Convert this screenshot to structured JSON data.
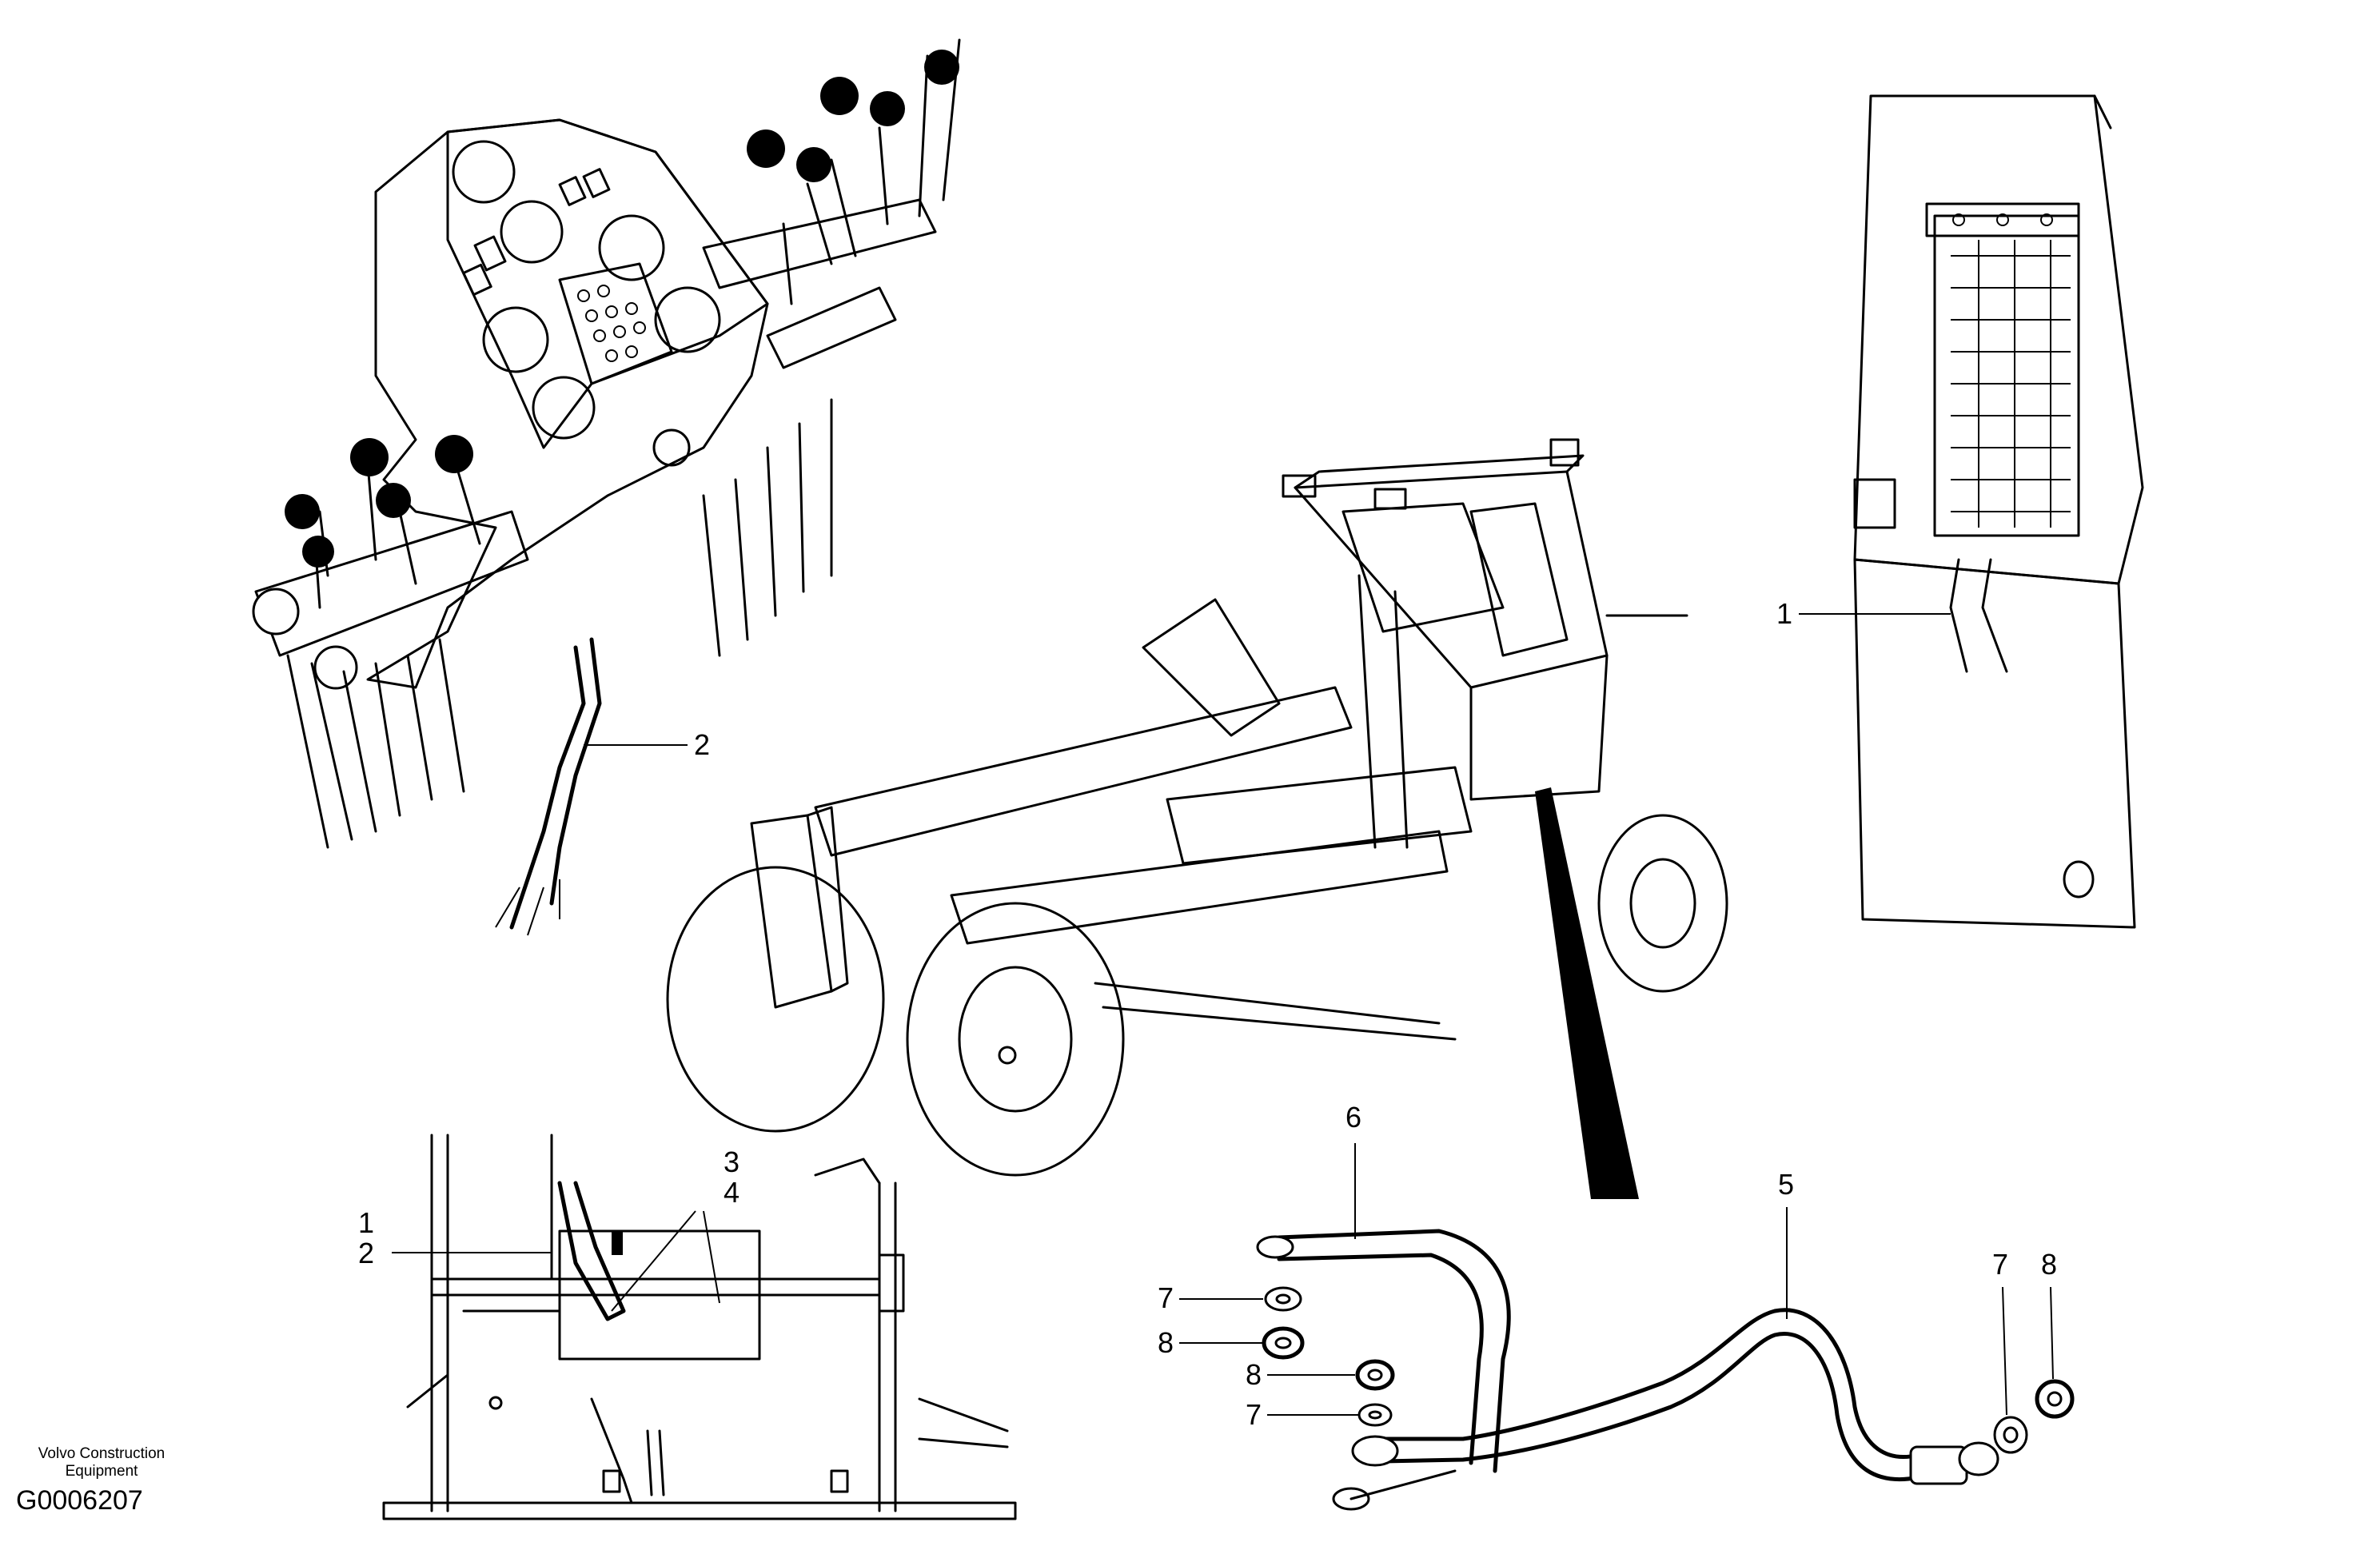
{
  "callouts": {
    "top_panel": "1",
    "top_console": "2",
    "bot_1": "1",
    "bot_2": "2",
    "bot_3": "3",
    "bot_4": "4",
    "strap": "6",
    "cable": "5",
    "left_7a": "7",
    "left_8a": "8",
    "left_8b": "8",
    "left_7b": "7",
    "right_7": "7",
    "right_8": "8"
  },
  "footer": {
    "credit_line1": "Volvo Construction",
    "credit_line2": "Equipment",
    "doc_id": "G0006207"
  }
}
